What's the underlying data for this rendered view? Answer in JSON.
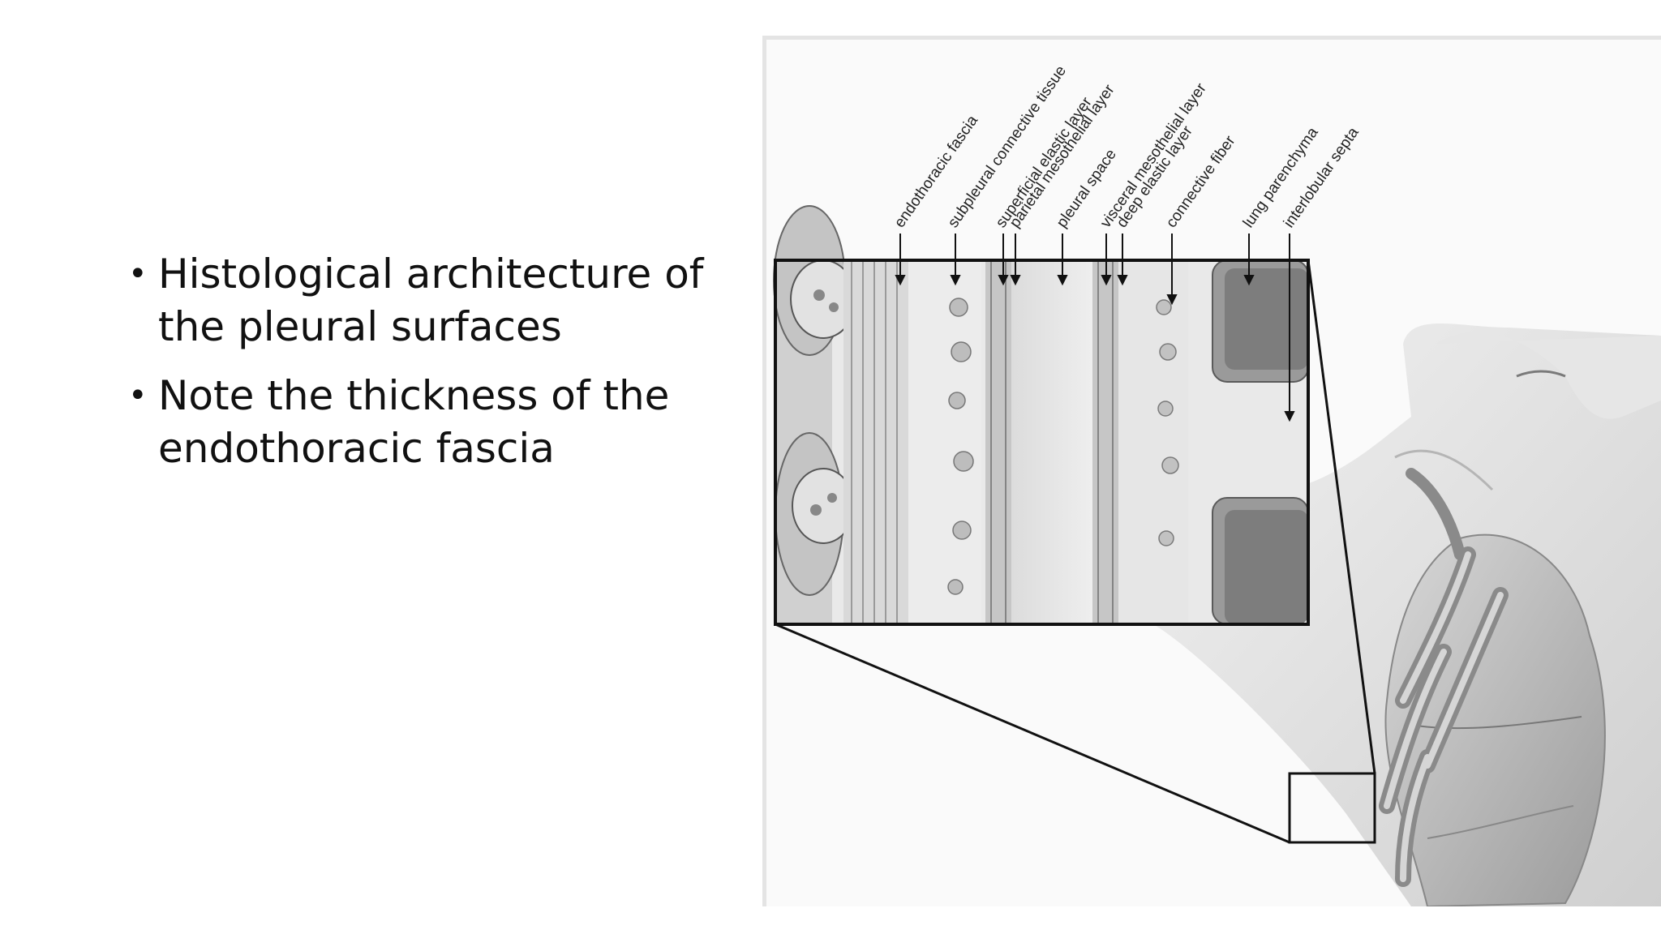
{
  "slide": {
    "bullets": [
      {
        "text": "Histological architecture of the pleural surfaces"
      },
      {
        "text": "Note the thickness of the endothoracic fascia"
      }
    ]
  },
  "figure": {
    "labels": [
      "endothoracic fascia",
      "subpleural connective tissue",
      "superficial elastic layer",
      "parietal mesothelial layer",
      "pleural space",
      "visceral mesothelial layer",
      "deep elastic layer",
      "connective fiber",
      "lung parenchyma",
      "interlobular septa"
    ]
  }
}
